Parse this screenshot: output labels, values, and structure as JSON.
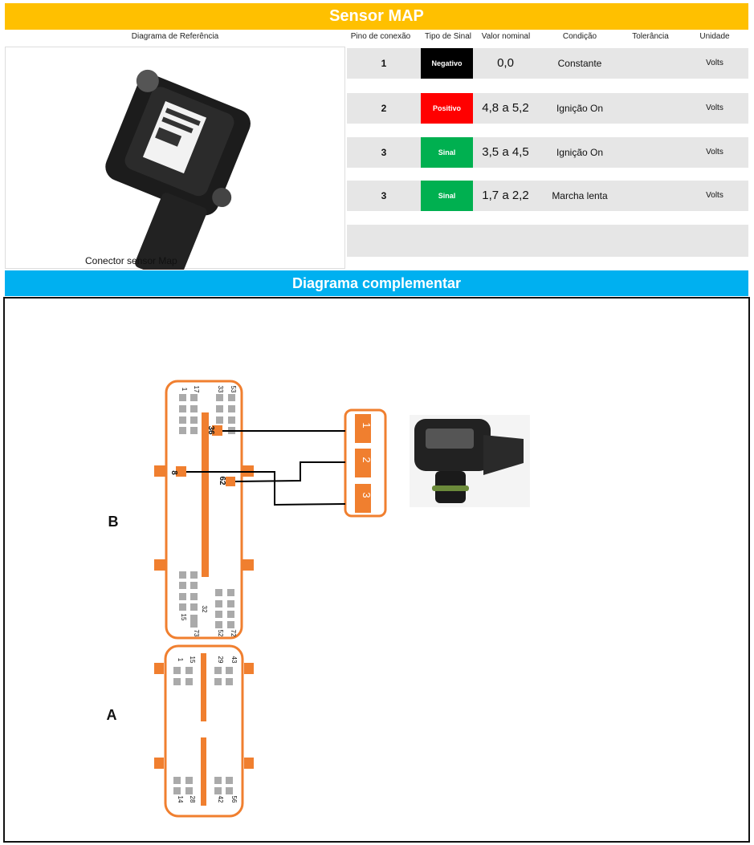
{
  "title": "Sensor MAP",
  "headers": {
    "ref": "Diagrama de Referência",
    "pin": "Pino de conexão",
    "type": "Tipo de Sinal",
    "value": "Valor nominal",
    "cond": "Condição",
    "tol": "Tolerância",
    "unit": "Unidade"
  },
  "caption": "Conector sensor Map",
  "rows": [
    {
      "pin": "1",
      "type": "Negativo",
      "type_color": "#000000",
      "value": "0,0",
      "cond": "Constante",
      "tol": "",
      "unit": "Volts"
    },
    {
      "pin": "2",
      "type": "Positivo",
      "type_color": "#FF0000",
      "value": "4,8 a 5,2",
      "cond": "Ignição On",
      "tol": "",
      "unit": "Volts"
    },
    {
      "pin": "3",
      "type": "Sinal",
      "type_color": "#00B050",
      "value": "3,5 a 4,5",
      "cond": "Ignição On",
      "tol": "",
      "unit": "Volts"
    },
    {
      "pin": "3",
      "type": "Sinal",
      "type_color": "#00B050",
      "value": "1,7 a 2,2",
      "cond": "Marcha lenta",
      "tol": "",
      "unit": "Volts"
    }
  ],
  "complementary_title": "Diagrama complementar",
  "diagram": {
    "connector_b": {
      "label": "B",
      "pins": [
        "1",
        "17",
        "33",
        "53",
        "36",
        "8",
        "62",
        "15",
        "32",
        "73",
        "52",
        "72"
      ]
    },
    "connector_a": {
      "label": "A",
      "pins": [
        "1",
        "15",
        "29",
        "43",
        "14",
        "28",
        "42",
        "56"
      ]
    },
    "sensor_pins": [
      "1",
      "2",
      "3"
    ]
  },
  "colors": {
    "yellow": "#FFC000",
    "blue": "#00B0F0",
    "orange": "#F07F2F"
  }
}
